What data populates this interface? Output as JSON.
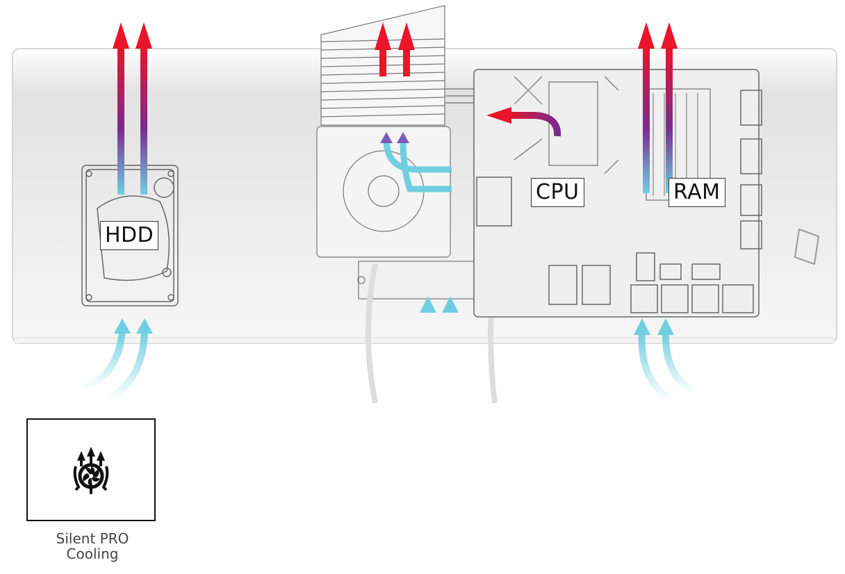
{
  "labels": {
    "hdd": "HDD",
    "cpu": "CPU",
    "ram": "RAM"
  },
  "feature": {
    "icon": "fan-airflow-icon",
    "caption_line1": "Silent PRO",
    "caption_line2": "Cooling"
  },
  "colors": {
    "hot": "#e8152b",
    "warm": "#7a2a8e",
    "cool": "#6fcfe0",
    "chassis": "#e6e6e6",
    "line_art": "#666666"
  }
}
